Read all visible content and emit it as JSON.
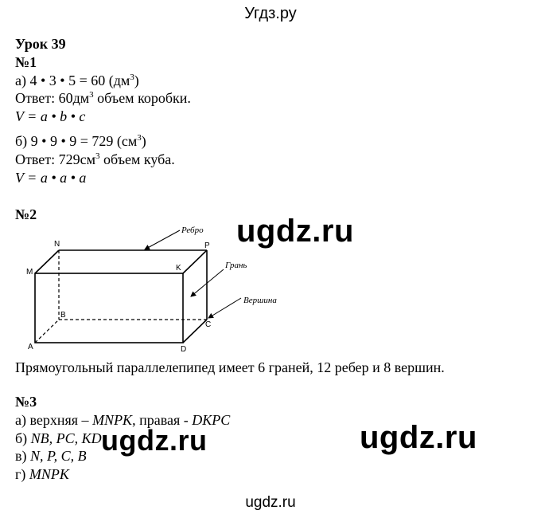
{
  "site": {
    "header": "Угдз.ру",
    "footer": "ugdz.ru"
  },
  "lesson": {
    "title": "Урок 39"
  },
  "task1": {
    "number": "№1",
    "a": {
      "calc_pre": "а) 4 • 3 • 5 = 60 (дм",
      "calc_sup": "3",
      "calc_post": ")",
      "answer_pre": "Ответ: 60дм",
      "answer_sup": "3",
      "answer_post": " объем коробки.",
      "formula": "V = a • b • c"
    },
    "b": {
      "calc_pre": "б) 9 • 9 • 9 = 729 (см",
      "calc_sup": "3",
      "calc_post": ")",
      "answer_pre": "Ответ: 729см",
      "answer_sup": "3",
      "answer_post": " объем куба.",
      "formula": "V = a • a • a"
    }
  },
  "task2": {
    "number": "№2",
    "figure": {
      "vertices": {
        "N": "N",
        "P": "P",
        "M": "M",
        "K": "K",
        "B": "B",
        "C": "C",
        "A": "A",
        "D": "D"
      },
      "annotations": {
        "edge": "Ребро",
        "face": "Грань",
        "vertex": "Вершина"
      }
    },
    "statement": "Прямоугольный параллелепипед имеет 6 граней, 12 ребер и 8 вершин."
  },
  "task3": {
    "number": "№3",
    "a_prefix": "а) верхняя – ",
    "a_top": "MNPK",
    "a_mid": ", правая - ",
    "a_right": "DKPC",
    "b_prefix": "б) ",
    "b_value": "NB, PC, KD",
    "c_prefix": "в) ",
    "c_value": "N, P, C, B",
    "d_prefix": "г) ",
    "d_value": "MNPK"
  },
  "watermarks": [
    "ugdz.ru",
    "ugdz.ru",
    "ugdz.ru"
  ]
}
